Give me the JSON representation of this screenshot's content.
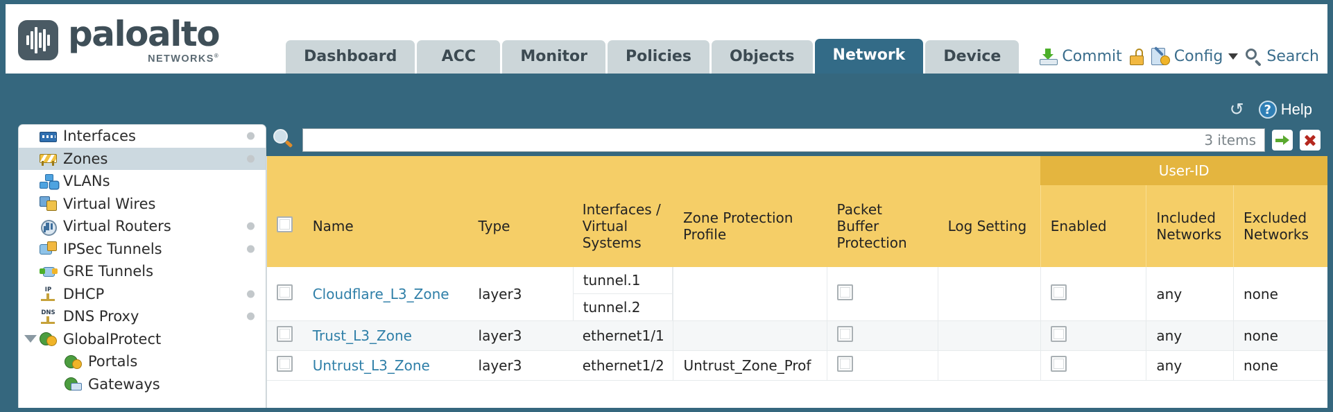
{
  "brand": {
    "name": "paloalto",
    "sub": "NETWORKS",
    "mark": "waveform-logo"
  },
  "nav": {
    "tabs": [
      {
        "label": "Dashboard",
        "active": false
      },
      {
        "label": "ACC",
        "active": false
      },
      {
        "label": "Monitor",
        "active": false
      },
      {
        "label": "Policies",
        "active": false
      },
      {
        "label": "Objects",
        "active": false
      },
      {
        "label": "Network",
        "active": true
      },
      {
        "label": "Device",
        "active": false
      }
    ]
  },
  "top_actions": {
    "commit": "Commit",
    "lock_icon": "lock-icon",
    "config": "Config",
    "search": "Search"
  },
  "band_actions": {
    "refresh_icon": "refresh-icon",
    "help": "Help"
  },
  "sidebar": {
    "items": [
      {
        "label": "Interfaces",
        "icon": "interfaces-icon",
        "dot": true,
        "selected": false,
        "child": false,
        "twisty": false
      },
      {
        "label": "Zones",
        "icon": "zones-icon",
        "dot": true,
        "selected": true,
        "child": false,
        "twisty": false
      },
      {
        "label": "VLANs",
        "icon": "vlans-icon",
        "dot": false,
        "selected": false,
        "child": false,
        "twisty": false
      },
      {
        "label": "Virtual Wires",
        "icon": "virtual-wires-icon",
        "dot": false,
        "selected": false,
        "child": false,
        "twisty": false
      },
      {
        "label": "Virtual Routers",
        "icon": "virtual-routers-icon",
        "dot": true,
        "selected": false,
        "child": false,
        "twisty": false
      },
      {
        "label": "IPSec Tunnels",
        "icon": "ipsec-tunnels-icon",
        "dot": true,
        "selected": false,
        "child": false,
        "twisty": false
      },
      {
        "label": "GRE Tunnels",
        "icon": "gre-tunnels-icon",
        "dot": false,
        "selected": false,
        "child": false,
        "twisty": false
      },
      {
        "label": "DHCP",
        "icon": "dhcp-icon",
        "dot": true,
        "selected": false,
        "child": false,
        "twisty": false
      },
      {
        "label": "DNS Proxy",
        "icon": "dns-proxy-icon",
        "dot": true,
        "selected": false,
        "child": false,
        "twisty": false
      },
      {
        "label": "GlobalProtect",
        "icon": "globalprotect-icon",
        "dot": false,
        "selected": false,
        "child": false,
        "twisty": true
      },
      {
        "label": "Portals",
        "icon": "portals-icon",
        "dot": false,
        "selected": false,
        "child": true,
        "twisty": false
      },
      {
        "label": "Gateways",
        "icon": "gateways-icon",
        "dot": false,
        "selected": false,
        "child": true,
        "twisty": false
      }
    ]
  },
  "filter": {
    "search_icon": "search-icon",
    "value": "",
    "placeholder": "",
    "item_count": "3 items",
    "apply_icon": "green-arrow-icon",
    "clear_icon": "red-x-icon"
  },
  "table": {
    "group_header": "User-ID",
    "columns": [
      "Name",
      "Type",
      "Interfaces / Virtual Systems",
      "Zone Protection Profile",
      "Packet Buffer Protection",
      "Log Setting",
      "Enabled",
      "Included Networks",
      "Excluded Networks"
    ],
    "rows": [
      {
        "selected": false,
        "name": "Cloudflare_L3_Zone",
        "type": "layer3",
        "interfaces": [
          "tunnel.1",
          "tunnel.2"
        ],
        "zone_protection_profile": "",
        "packet_buffer_protection": false,
        "log_setting": "",
        "user_id_enabled": false,
        "included_networks": "any",
        "excluded_networks": "none"
      },
      {
        "selected": false,
        "name": "Trust_L3_Zone",
        "type": "layer3",
        "interfaces": [
          "ethernet1/1"
        ],
        "zone_protection_profile": "",
        "packet_buffer_protection": false,
        "log_setting": "",
        "user_id_enabled": false,
        "included_networks": "any",
        "excluded_networks": "none"
      },
      {
        "selected": false,
        "name": "Untrust_L3_Zone",
        "type": "layer3",
        "interfaces": [
          "ethernet1/2"
        ],
        "zone_protection_profile": "Untrust_Zone_Prof",
        "packet_buffer_protection": false,
        "log_setting": "",
        "user_id_enabled": false,
        "included_networks": "any",
        "excluded_networks": "none"
      }
    ]
  },
  "colors": {
    "band": "#35677e",
    "active_tab": "#336b87",
    "tab": "#ccd6d9",
    "header_gold": "#f5ce67",
    "group_gold": "#e4b53f",
    "link": "#2f7fa8"
  }
}
